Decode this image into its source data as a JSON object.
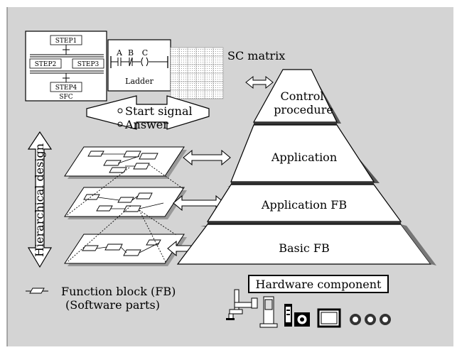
{
  "sfc": {
    "steps": [
      "STEP1",
      "STEP2",
      "STEP3",
      "STEP4"
    ],
    "label": "SFC"
  },
  "ladder": {
    "contacts": [
      "A",
      "B",
      "C"
    ],
    "label": "Ladder"
  },
  "sc_matrix_label": "SC matrix",
  "signal_arrow": {
    "line1": "Start signal",
    "line2": "Answer"
  },
  "hierarchical_design_label": "Hierarchical design",
  "pyramid": {
    "tiers": [
      "Control procedure",
      "Application",
      "Application FB",
      "Basic FB"
    ],
    "control_line1": "Control",
    "control_line2": "procedure"
  },
  "legend": {
    "line1": "Function block (FB)",
    "line2": "(Software parts)"
  },
  "hardware_label": "Hardware component",
  "colors": {
    "background": "#d4d4d4",
    "pyramid_shadow": "#333333",
    "box": "#ffffff"
  }
}
